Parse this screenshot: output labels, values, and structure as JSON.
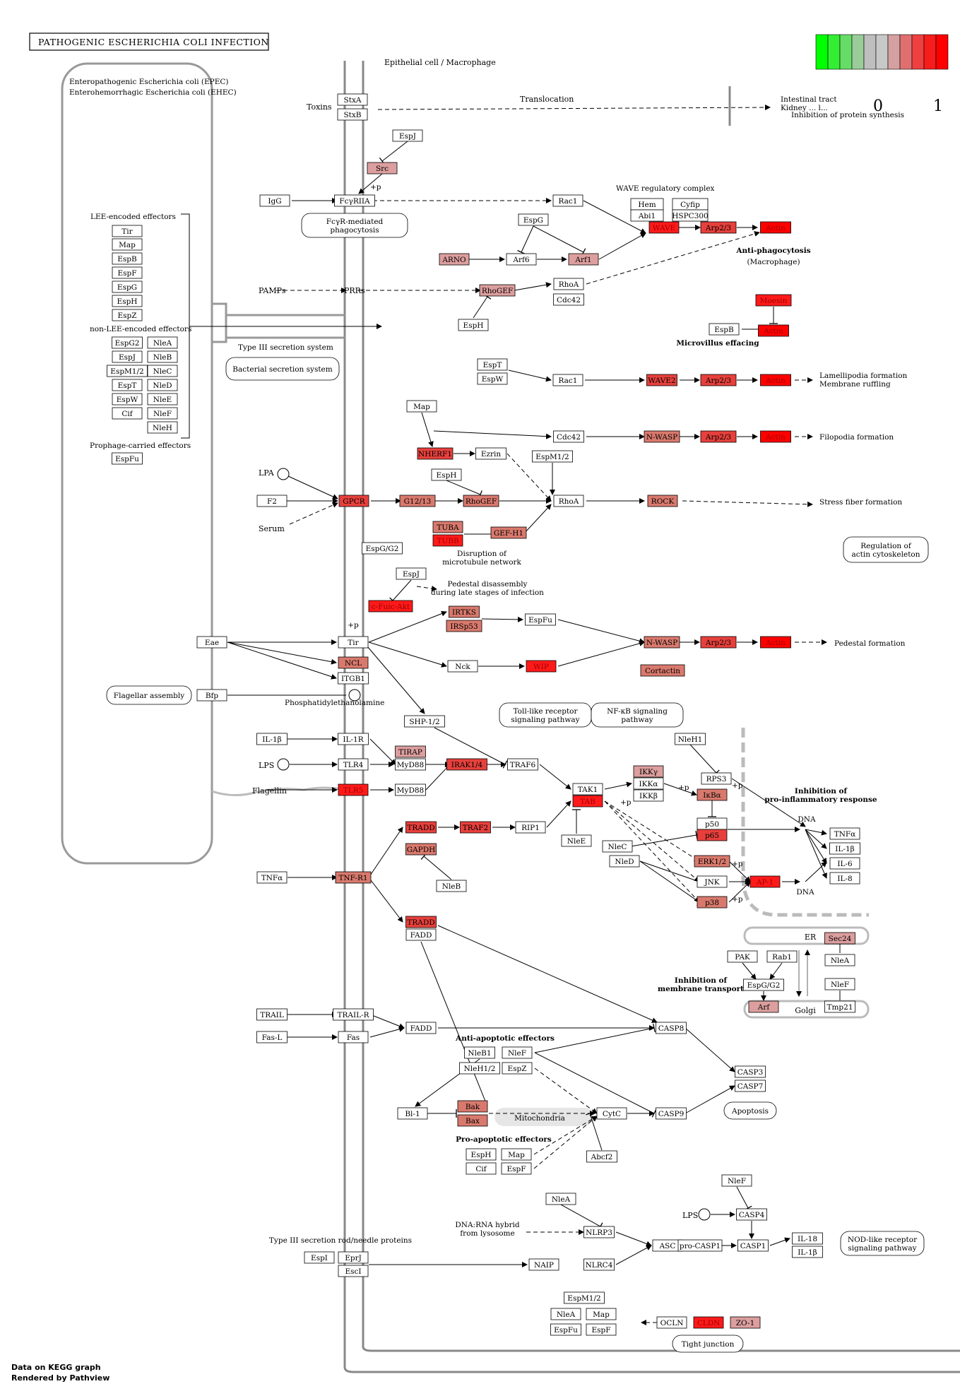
{
  "title": "PATHOGENIC ESCHERICHIA COLI INFECTION",
  "legend": {
    "colors": [
      "#00ff00",
      "#33ee33",
      "#66dd66",
      "#99cc99",
      "#bebebe",
      "#c8c8c8",
      "#d4a0a0",
      "#e07070",
      "#ee4040",
      "#f71d1d",
      "#ff0000"
    ],
    "low_label": "0",
    "high_label": "1"
  },
  "footer": {
    "line1": "Data on KEGG graph",
    "line2": "Rendered by Pathview"
  },
  "header_labels": {
    "cell": "Epithelial cell / Macrophage",
    "epec": "Enteropathogenic Escherichia coli (EPEC)",
    "ehec": "Enterohemorrhagic Escherichia coli (EHEC)"
  }
}
